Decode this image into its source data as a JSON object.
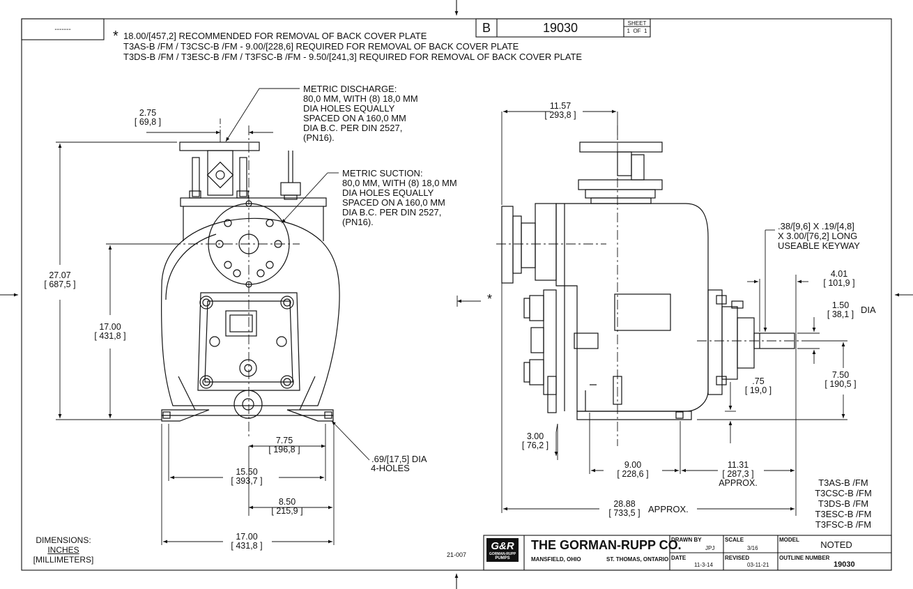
{
  "header": {
    "rev_box": "-------",
    "rev_letter": "B",
    "drawing_number": "19030",
    "sheet_label": "SHEET",
    "sheet_value": "1  OF  1"
  },
  "notes": {
    "asterisk": "*",
    "line1": "18.00/[457,2] RECOMMENDED FOR REMOVAL OF BACK COVER PLATE",
    "line2": "T3AS-B /FM / T3CSC-B /FM - 9.00/[228,6] REQUIRED FOR REMOVAL OF BACK COVER PLATE",
    "line3": "T3DS-B /FM / T3ESC-B /FM / T3FSC-B /FM - 9.50/[241,3] REQUIRED FOR REMOVAL OF BACK COVER PLATE"
  },
  "callouts": {
    "discharge": [
      "METRIC DISCHARGE:",
      "80,0 MM, WITH (8) 18,0 MM",
      "DIA HOLES EQUALLY",
      "SPACED ON A 160,0 MM",
      "DIA B.C. PER DIN 2527,",
      "(PN16)."
    ],
    "suction": [
      "METRIC SUCTION:",
      "80,0 MM, WITH (8) 18,0 MM",
      "DIA HOLES EQUALLY",
      "SPACED ON A 160,0 MM",
      "DIA B.C. PER DIN 2527,",
      "(PN16)."
    ],
    "keyway": [
      ".38/[9,6] X .19/[4,8]",
      "X 3.00/[76,2] LONG",
      "USEABLE KEYWAY"
    ],
    "holes": [
      ".69/[17,5] DIA",
      "4-HOLES"
    ],
    "side_asterisk": "*"
  },
  "dimensions": {
    "d275": [
      "2.75",
      "[ 69,8 ]"
    ],
    "d2707": [
      "27.07",
      "[ 687,5 ]"
    ],
    "d1700v": [
      "17.00",
      "[ 431,8 ]"
    ],
    "d775": [
      "7.75",
      "[ 196,8 ]"
    ],
    "d1550": [
      "15.50",
      "[ 393,7 ]"
    ],
    "d850": [
      "8.50",
      "[ 215,9 ]"
    ],
    "d1700h": [
      "17.00",
      "[ 431,8 ]"
    ],
    "d1157": [
      "11.57",
      "[ 293,8 ]"
    ],
    "d401": [
      "4.01",
      "[ 101,9 ]"
    ],
    "d150": [
      "1.50",
      "[ 38,1 ]"
    ],
    "d150_suffix": "DIA",
    "d750": [
      "7.50",
      "[ 190,5 ]"
    ],
    "d075": [
      ".75",
      "[ 19,0 ]"
    ],
    "d300": [
      "3.00",
      "[ 76,2 ]"
    ],
    "d900": [
      "9.00",
      "[ 228,6 ]"
    ],
    "d1131": [
      "11.31",
      "[ 287,3 ]",
      "APPROX."
    ],
    "d2888": [
      "28.88",
      "[ 733,5 ]"
    ],
    "d2888_suffix": "APPROX."
  },
  "units": [
    "DIMENSIONS:",
    "INCHES",
    "[MILLIMETERS]"
  ],
  "doc_code": "21-007",
  "models": [
    "T3AS-B /FM",
    "T3CSC-B /FM",
    "T3DS-B /FM",
    "T3ESC-B /FM",
    "T3FSC-B /FM"
  ],
  "title_block": {
    "logo_top": "G&R",
    "logo_sub1": "GORMAN-RUPP",
    "logo_sub2": "PUMPS",
    "company": "THE GORMAN-RUPP CO.",
    "city1": "MANSFIELD, OHIO",
    "city2": "ST. THOMAS, ONTARIO",
    "drawn_by_label": "DRAWN BY",
    "drawn_by": "JPJ",
    "scale_label": "SCALE",
    "scale": "3/16",
    "model_label": "MODEL",
    "model": "NOTED",
    "date_label": "DATE",
    "date": "11-3-14",
    "revised_label": "REVISED",
    "revised": "03-11-21",
    "outline_label": "OUTLINE NUMBER",
    "outline": "19030"
  },
  "colors": {
    "ink": "#111111",
    "paper": "#ffffff"
  }
}
